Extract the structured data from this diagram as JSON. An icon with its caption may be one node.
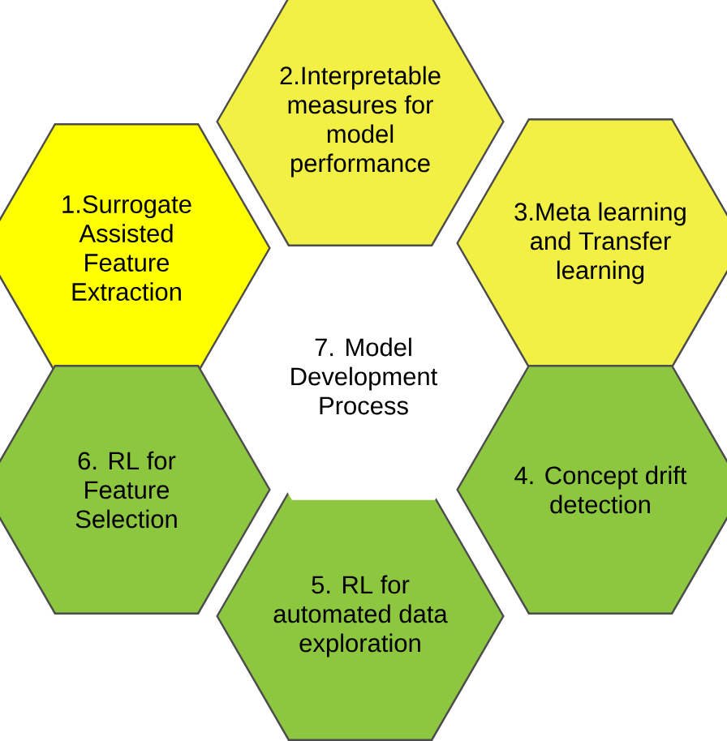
{
  "diagram": {
    "nodes": [
      {
        "text": [
          "1.Surrogate Assisted Feature Extraction"
        ]
      },
      {
        "text": [
          "2.Interpretable measures for model performance"
        ]
      },
      {
        "text": [
          "3.Meta learning and Transfer learning"
        ]
      },
      {
        "text": [
          "4. Concept drift detection"
        ]
      },
      {
        "text": [
          "5. RL for automated data exploration"
        ]
      },
      {
        "text": [
          "6. RL for Feature Selection"
        ]
      },
      {
        "text": [
          "7. Model Development Process"
        ]
      }
    ]
  }
}
